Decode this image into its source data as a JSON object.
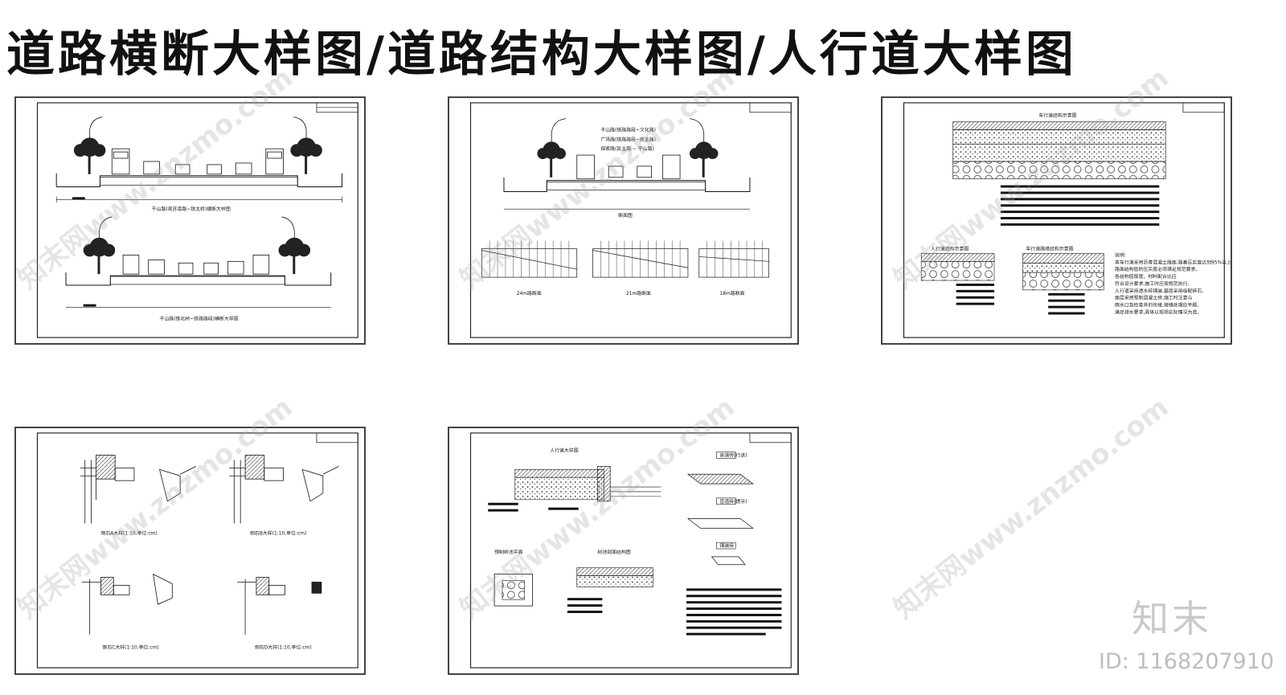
{
  "page": {
    "title": "道路横断大样图/道路结构大样图/人行道大样图"
  },
  "sheets": [
    {
      "id": "s1",
      "captions": [
        "干山路(观苏南路~铁北桥)横断大样图",
        "干山路(铁北桥~铁路路段)横断大样图"
      ]
    },
    {
      "id": "s2",
      "captions": [
        "干山路(铁路路段~文化路)",
        "广场路(铁路路段~民主路)",
        "探索路(民主路 ~ 干山路)",
        "断面图",
        "24m路断面",
        "21m路断面",
        "18m路断面"
      ]
    },
    {
      "id": "s3",
      "captions": [
        "车行道结构示意图",
        "人行道结构示意图",
        "车行道路缘结构示意图",
        "说明:"
      ],
      "note_lines": [
        "本车行道采用沥青混凝土路面,路基压实度达到95%以上,",
        "路面结构层的压实度必须满足规范要求。",
        "各结构层厚度、材料配合比应",
        "符合设计要求,施工时应按规范执行,",
        "人行道采用透水砖铺装,基层采用级配碎石,",
        "面层采用预制混凝土砖,施工时注意与",
        "雨水口及检查井的衔接,接缝处理应平顺,",
        "满足排水要求,具体以现场实际情况为准。"
      ]
    },
    {
      "id": "s4",
      "captions": [
        "侧石A大样(1:10,单位:cm)",
        "侧石B大样(1:10,单位:cm)",
        "侧石C大样(1:10,单位:cm)",
        "侧石D大样(1:10,单位:cm)"
      ]
    },
    {
      "id": "s5",
      "captions": [
        "人行道大样图",
        "盲道砖(行进)",
        "盲道砖(提示)",
        "铺装砖",
        "预制树池平面",
        "树池剖面结构图"
      ]
    }
  ],
  "watermark": {
    "text": "知末网www.znzmo.com"
  },
  "brand": {
    "logo": "知末",
    "id_label": "ID: 1168207910"
  },
  "colors": {
    "ink": "#111111",
    "frame": "#444444",
    "watermark": "#a0a0a0"
  }
}
